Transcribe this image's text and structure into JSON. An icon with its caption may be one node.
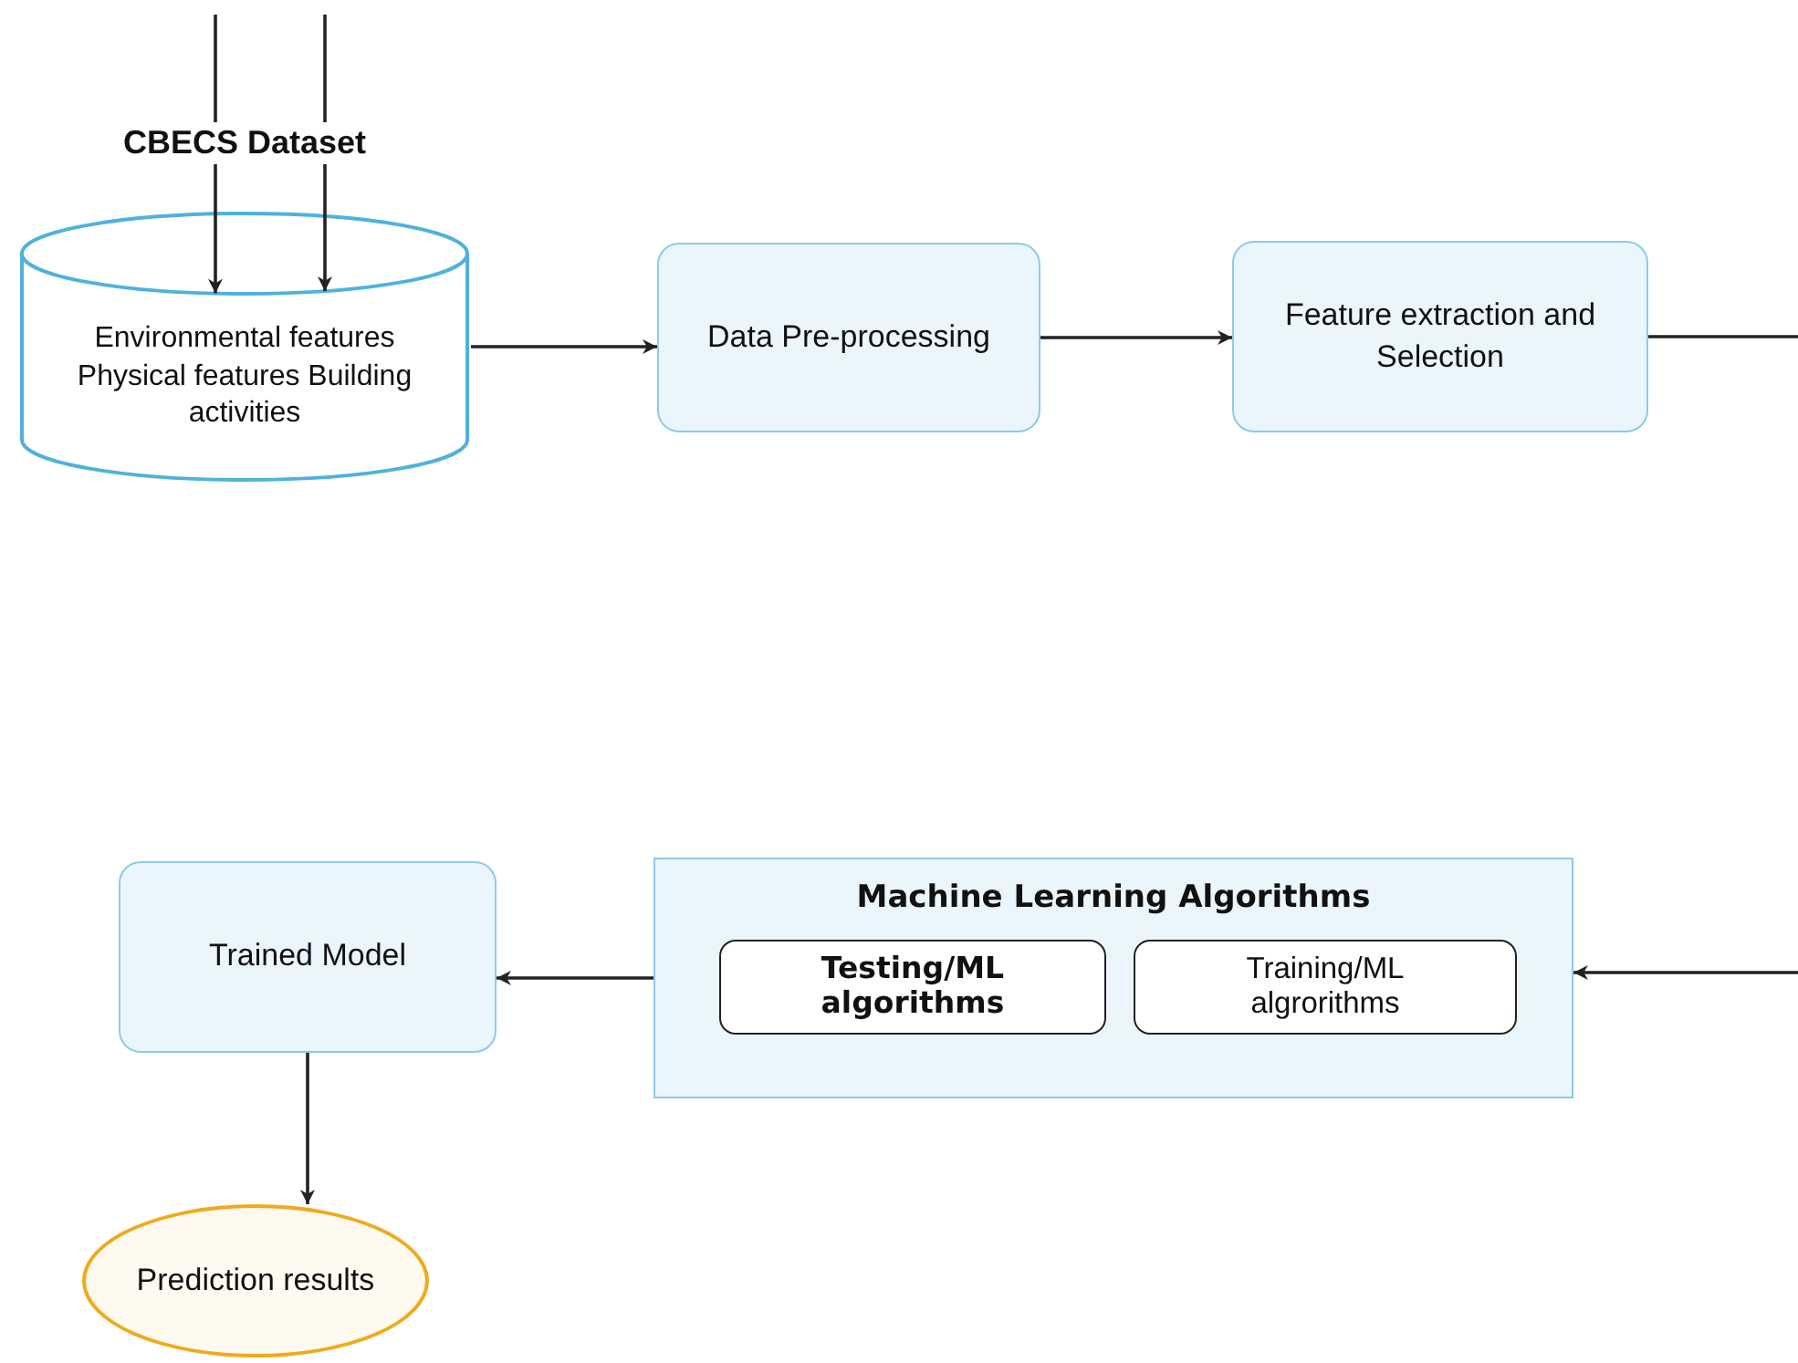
{
  "diagram": {
    "nodes": [
      {
        "text": [
          "CBECS Dataset",
          "Environmental features Physical features Building activities"
        ]
      },
      {
        "text": [
          "Data Pre-processing"
        ]
      },
      {
        "text": [
          "Feature extraction and Selection"
        ]
      },
      {
        "text": [
          "Trained Model"
        ]
      },
      {
        "text": [
          "Machine Learning Algorithms"
        ]
      },
      {
        "text": [
          "Testing/ML algorithms"
        ],
        "in": 4
      },
      {
        "text": [
          "Training/ML algrorithms"
        ],
        "in": 4
      },
      {
        "text": [
          "Prediction results"
        ]
      }
    ],
    "edges": [
      {
        "from": null,
        "to": 0,
        "arrow": "to"
      },
      {
        "from": null,
        "to": 0,
        "arrow": "to"
      },
      {
        "from": 0,
        "to": 1,
        "arrow": "to"
      },
      {
        "from": 1,
        "to": 2,
        "arrow": "to"
      },
      {
        "from": 2,
        "to": null,
        "arrow": "none"
      },
      {
        "from": null,
        "to": 4,
        "arrow": "to"
      },
      {
        "from": 4,
        "to": 3,
        "arrow": "to"
      },
      {
        "from": 3,
        "to": 7,
        "arrow": "to"
      }
    ]
  }
}
